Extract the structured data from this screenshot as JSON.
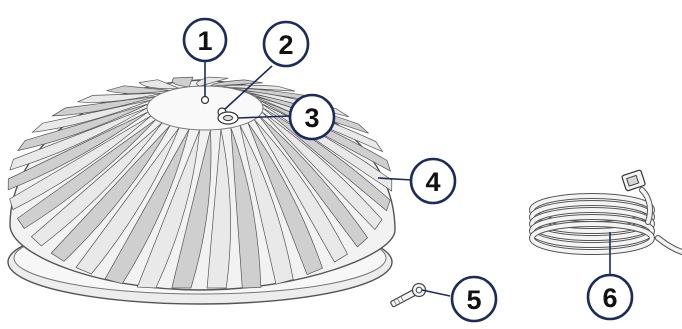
{
  "diagram": {
    "parts": [
      "high-bay-light-fixture",
      "eyebolt",
      "power-cable"
    ],
    "callouts": [
      {
        "id": "1",
        "label": "1"
      },
      {
        "id": "2",
        "label": "2"
      },
      {
        "id": "3",
        "label": "3"
      },
      {
        "id": "4",
        "label": "4"
      },
      {
        "id": "5",
        "label": "5"
      },
      {
        "id": "6",
        "label": "6"
      }
    ],
    "colors": {
      "callout_ring": "#1d2b5a",
      "fin": "#e9e9e9",
      "fin_shadow": "#cfcfcf",
      "outline": "#555555"
    }
  }
}
